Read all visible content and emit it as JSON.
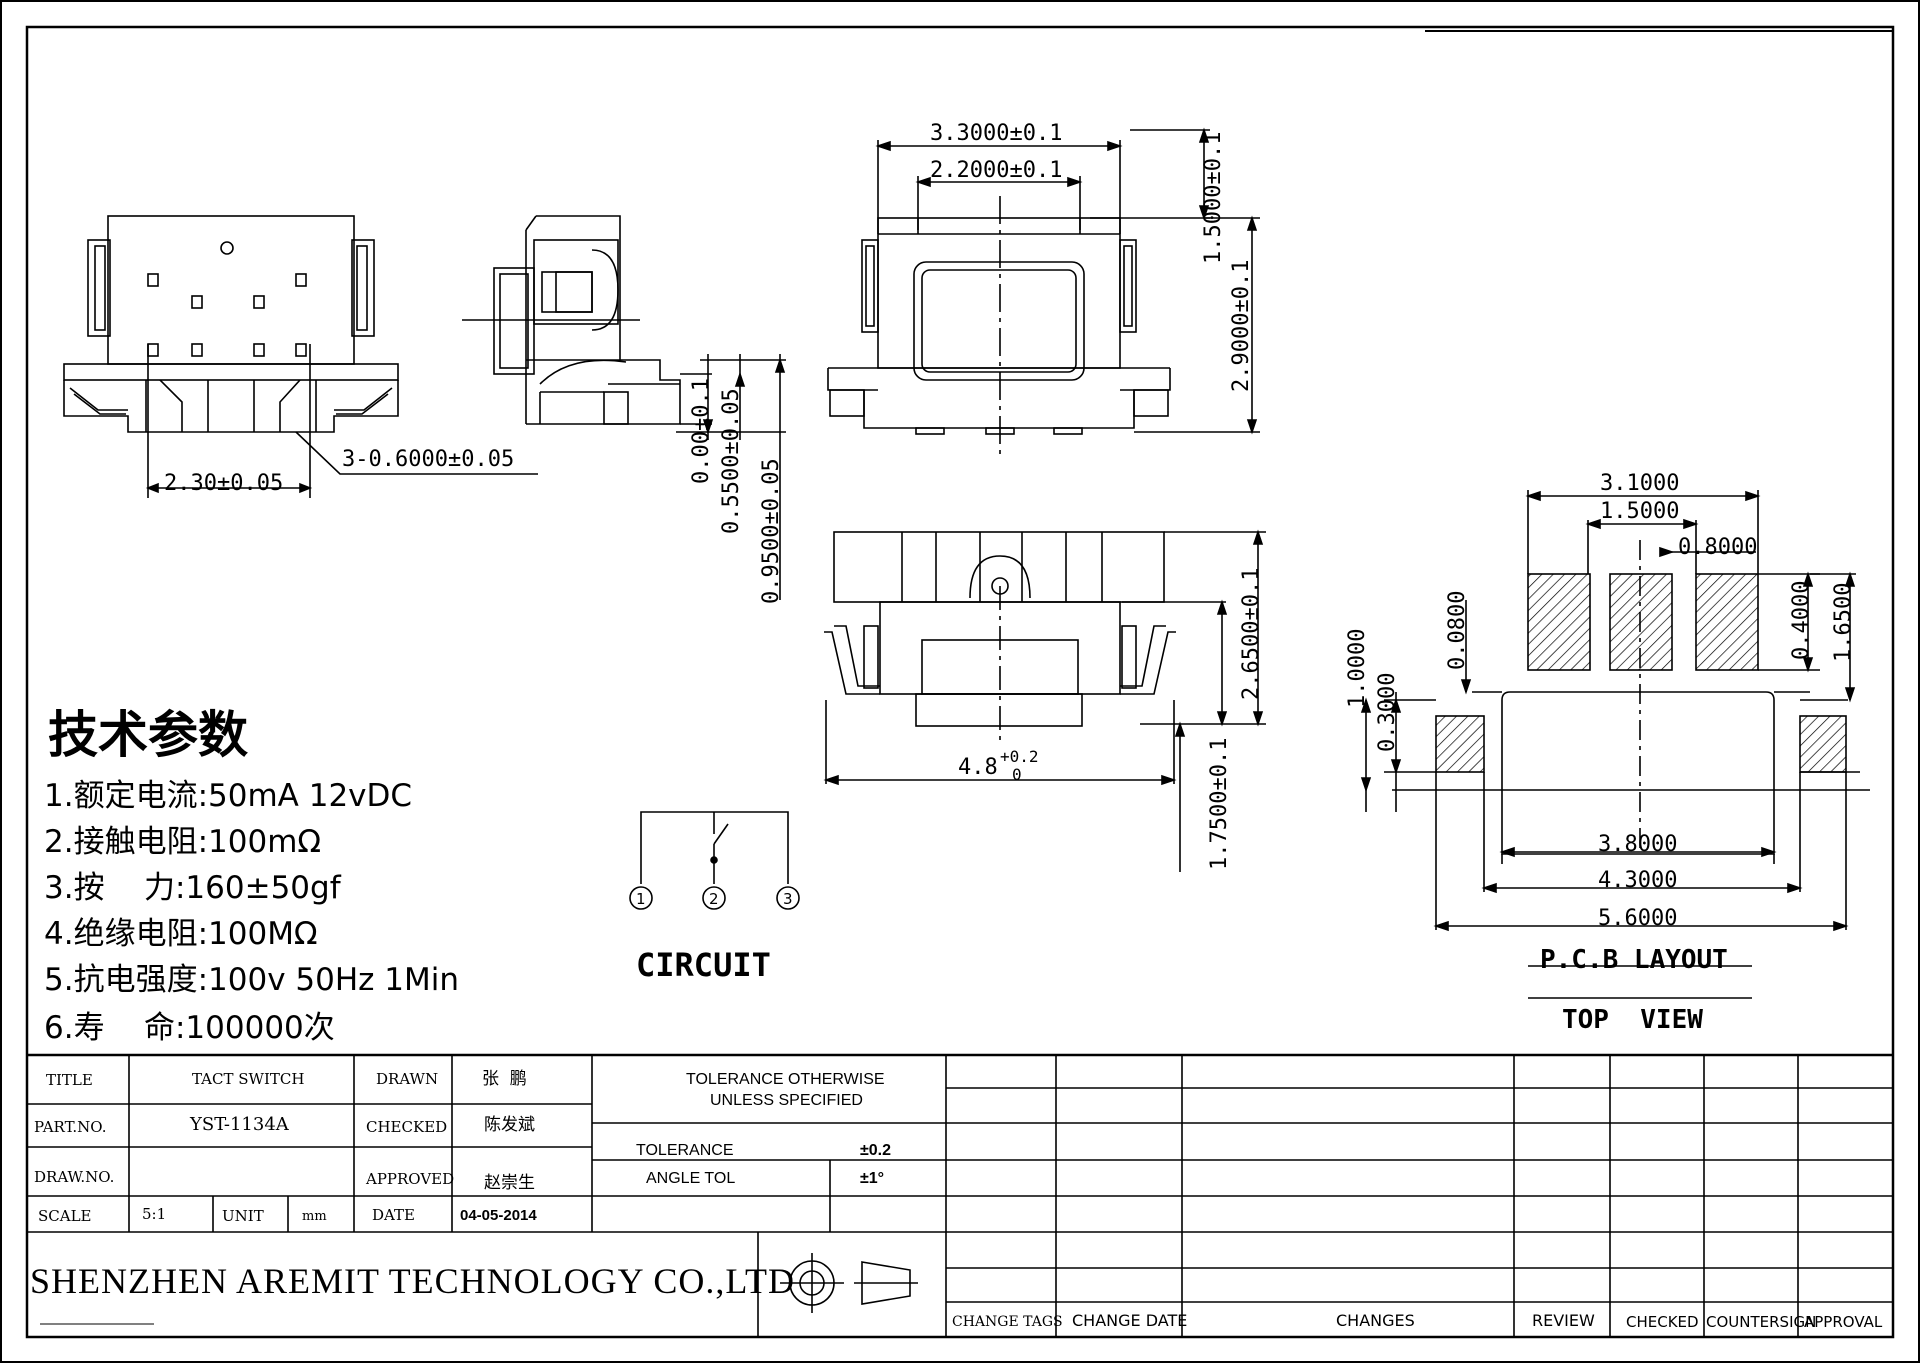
{
  "drawing": {
    "dimensions": {
      "d_3_3": "3.3000±0.1",
      "d_2_2": "2.2000±0.1",
      "d_1_5": "1.5000±0.1",
      "d_2_9": "2.9000±0.1",
      "d_2_30": "2.30±0.05",
      "d_3x06": "3-0.6000±0.05",
      "d_0_00": "0.00±0.1",
      "d_0_55": "0.5500±0.05",
      "d_0_95": "0.9500±0.05",
      "d_2_65": "2.6500±0.1",
      "d_1_75": "1.7500±0.1",
      "d_4_8": "4.8",
      "d_4_8_tol_top": "+0.2",
      "d_4_8_tol_bot": "0",
      "pcb_3_1": "3.1000",
      "pcb_1_5": "1.5000",
      "pcb_0_8": "0.8000",
      "pcb_0_08": "0.0800",
      "pcb_0_4": "0.4000",
      "pcb_1_65": "1.6500",
      "pcb_1_0": "1.0000",
      "pcb_0_3": "0.3000",
      "pcb_3_8": "3.8000",
      "pcb_4_3": "4.3000",
      "pcb_5_6": "5.6000"
    },
    "labels": {
      "circuit": "CIRCUIT",
      "pcb_layout": "P.C.B LAYOUT",
      "top_view": "TOP  VIEW",
      "pin1": "1",
      "pin2": "2",
      "pin3": "3"
    },
    "specs": {
      "title": "技术参数",
      "items": [
        "1.额定电流:50mA 12vDC",
        "2.接触电阻:100mΩ",
        "3.按    力:160±50gf",
        "4.绝缘电阻:100MΩ",
        "5.抗电强度:100v 50Hz 1Min",
        "6.寿    命:100000次"
      ]
    },
    "title_block": {
      "title_label": "TITLE",
      "title_value": "TACT SWITCH",
      "part_label": "PART.NO.",
      "part_value": "YST-1134A",
      "draw_label": "DRAW.NO.",
      "draw_value": "",
      "scale_label": "SCALE",
      "scale_value": "5:1",
      "unit_label": "UNIT",
      "unit_value": "mm",
      "drawn_label": "DRAWN",
      "drawn_value": "张  鹏",
      "checked_label": "CHECKED",
      "checked_value": "陈发斌",
      "approved_label": "APPROVED",
      "approved_value": "赵崇生",
      "date_label": "DATE",
      "date_value": "04-05-2014",
      "tolerance_note_1": "TOLERANCE OTHERWISE",
      "tolerance_note_2": "UNLESS SPECIFIED",
      "tolerance_label": "TOLERANCE",
      "tolerance_value": "±0.2",
      "angle_label": "ANGLE TOL",
      "angle_value": "±1°",
      "company": "SHENZHEN AREMIT TECHNOLOGY CO.,LTD"
    },
    "change_table": {
      "headers": [
        "CHANGE TAGS",
        "CHANGE DATE",
        "CHANGES",
        "REVIEW",
        "CHECKED",
        "COUNTERSIGN",
        "APPROVAL"
      ]
    }
  }
}
